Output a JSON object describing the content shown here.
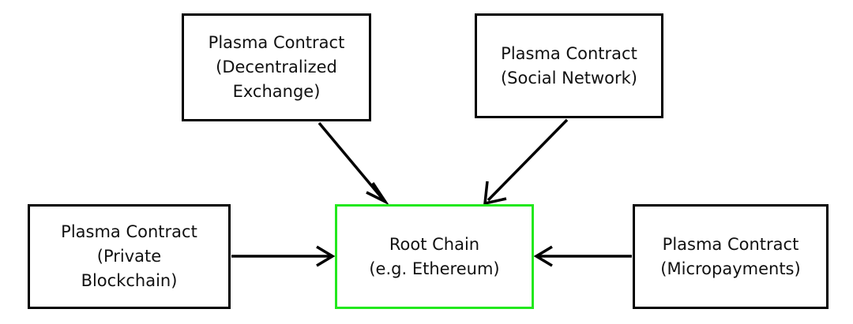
{
  "nodes": {
    "dex": {
      "lines": [
        "Plasma Contract",
        "(Decentralized",
        "Exchange)"
      ]
    },
    "social": {
      "lines": [
        "Plasma Contract",
        "(Social Network)"
      ]
    },
    "private": {
      "lines": [
        "Plasma Contract",
        "(Private",
        "Blockchain)"
      ]
    },
    "root": {
      "lines": [
        "Root Chain",
        "(e.g. Ethereum)"
      ]
    },
    "micro": {
      "lines": [
        "Plasma Contract",
        "(Micropayments)"
      ]
    }
  },
  "edges": [
    {
      "from": "dex",
      "to": "root"
    },
    {
      "from": "social",
      "to": "root"
    },
    {
      "from": "private",
      "to": "root"
    },
    {
      "from": "micro",
      "to": "root"
    }
  ],
  "colors": {
    "root_border": "#22e81d",
    "box_border": "#000000",
    "arrow": "#000000"
  }
}
